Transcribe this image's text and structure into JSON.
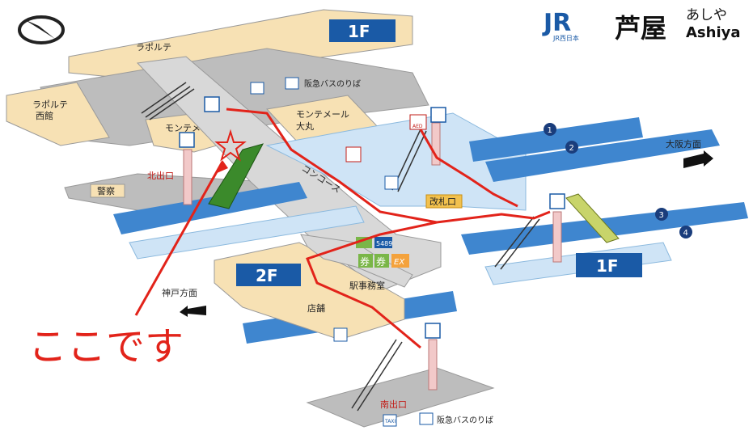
{
  "header": {
    "operator_logo": "JR",
    "operator_sub": "JR西日本",
    "station_name_kanji": "芦屋",
    "station_name_kana": "あしや",
    "station_name_roman": "Ashiya"
  },
  "floors": {
    "upper": "1F",
    "middle": "2F",
    "lower": "1F"
  },
  "places": {
    "laporte": "ラポルテ",
    "laporte_west_1": "ラポルテ",
    "laporte_west_2": "西館",
    "montemer_west": "モンテメール西館",
    "montemer_daimaru_1": "モンテメール",
    "montemer_daimaru_2": "大丸",
    "north_exit": "北出口",
    "police": "警察",
    "hankyu_bus_top": "阪急バスのりば",
    "concourse": "コンコース",
    "ticket_gate": "改札口",
    "station_office": "駅事務室",
    "shop": "店舗",
    "south_exit": "南出口",
    "hankyu_bus_bottom": "阪急バスのりば",
    "to_osaka": "大阪方面",
    "to_kobe": "神戸方面"
  },
  "platforms": [
    "1",
    "2",
    "3",
    "4"
  ],
  "small_tags": {
    "taxi": "TAXI",
    "aed": "AED",
    "ticket_a": "券",
    "ticket_b": "券",
    "ex": "EX",
    "counter_5489": "5489"
  },
  "annotation": {
    "text": "ここです"
  },
  "icons": {
    "compass": "compass-north-icon",
    "elevator": "elevator-icon",
    "toilet": "toilet-icon",
    "wheelchair": "wheelchair-icon",
    "taxi": "taxi-icon",
    "bus": "bus-icon",
    "aed": "aed-icon",
    "locker": "locker-icon",
    "star": "star-marker-icon"
  },
  "colors": {
    "jr_blue": "#1a5aa6",
    "platform_blue": "#cfe4f6",
    "track_blue": "#3f86cf",
    "concourse_grey": "#d8d8d8",
    "building_beige": "#f7e1b4",
    "route_red": "#e2231a",
    "floor_badge": "#1a5aa6",
    "escalator_green": "#3b8a2b"
  }
}
